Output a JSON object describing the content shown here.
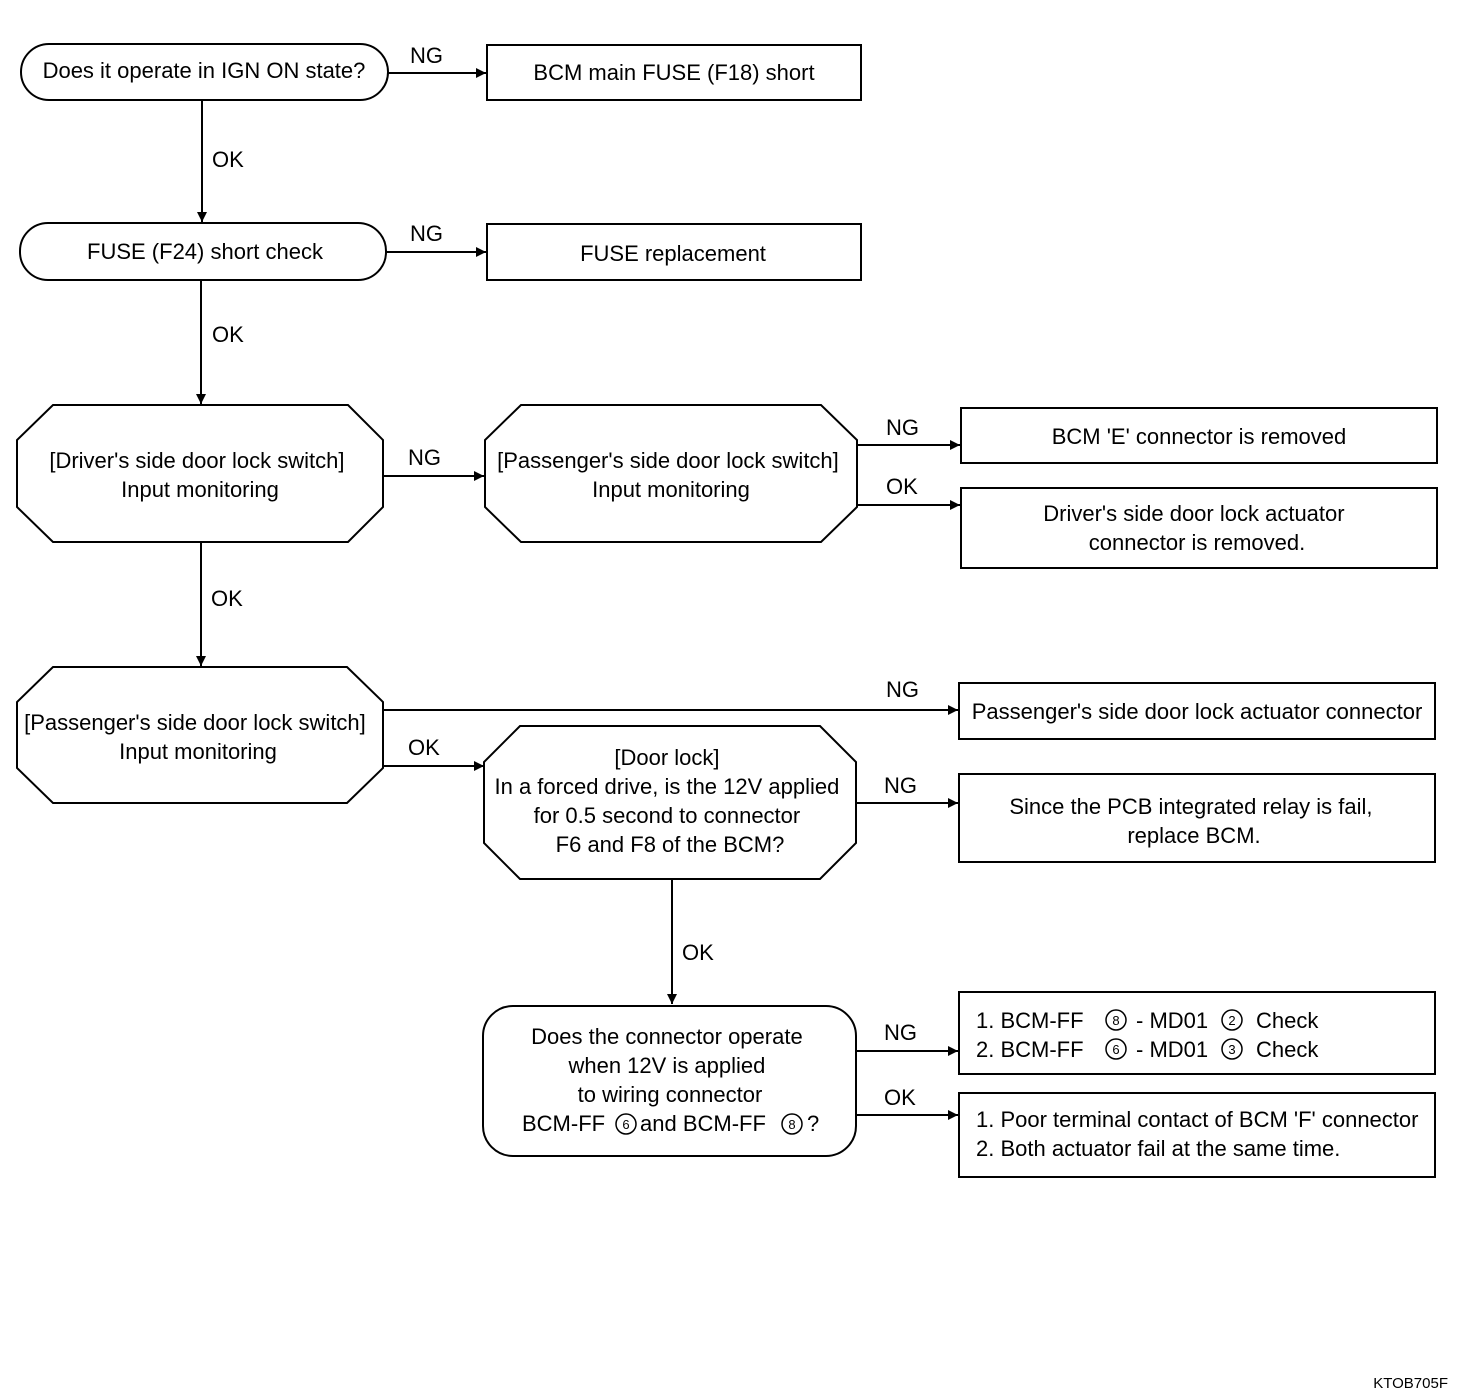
{
  "nodes": {
    "ign_on": {
      "lines": [
        "Does it operate in IGN ON state?"
      ]
    },
    "fuse_f18": {
      "lines": [
        "BCM main FUSE (F18) short"
      ]
    },
    "fuse_f24": {
      "lines": [
        "FUSE (F24) short check"
      ]
    },
    "fuse_replace": {
      "lines": [
        "FUSE replacement"
      ]
    },
    "driver_switch": {
      "lines": [
        "[Driver's side door lock switch]",
        "Input monitoring"
      ]
    },
    "passenger_switch_top": {
      "lines": [
        "[Passenger's side door lock switch]",
        "Input monitoring"
      ]
    },
    "bcm_e": {
      "lines": [
        "BCM 'E' connector is removed"
      ]
    },
    "driver_actuator": {
      "lines": [
        "Driver's side door lock actuator",
        "connector is removed."
      ]
    },
    "passenger_switch": {
      "lines": [
        "[Passenger's side door lock switch]",
        "Input monitoring"
      ]
    },
    "passenger_actuator": {
      "lines": [
        "Passenger's side door lock actuator connector"
      ]
    },
    "door_lock": {
      "lines": [
        "[Door lock]",
        "In a forced drive, is the 12V applied",
        "for 0.5 second to connector",
        "F6 and F8 of the BCM?"
      ]
    },
    "pcb_relay": {
      "lines": [
        "Since the PCB integrated relay is fail,",
        "replace BCM."
      ]
    },
    "connector_12v": {
      "lines": [
        "Does the connector operate",
        "when 12V is applied",
        "to wiring connector"
      ],
      "last_line": {
        "a": "BCM-FF",
        "pin_a": "6",
        "mid": "and BCM-FF",
        "pin_b": "8",
        "end": "?"
      }
    },
    "check": {
      "rows": [
        {
          "pre": "1. BCM-FF",
          "pin1": "8",
          "mid": "- MD01",
          "pin2": "2",
          "post": "Check"
        },
        {
          "pre": "2. BCM-FF",
          "pin1": "6",
          "mid": "- MD01",
          "pin2": "3",
          "post": "Check"
        }
      ]
    },
    "poor_contact": {
      "lines": [
        "1. Poor terminal contact of BCM 'F' connector",
        "2. Both actuator fail at the same time."
      ]
    }
  },
  "edges": {
    "ign_ng": "NG",
    "ign_ok": "OK",
    "f24_ng": "NG",
    "f24_ok": "OK",
    "driver_ng": "NG",
    "driver_ok": "OK",
    "pass_top_ng": "NG",
    "pass_top_ok": "OK",
    "pass_ng": "NG",
    "pass_ok": "OK",
    "door_ng": "NG",
    "door_ok": "OK",
    "conn_ng": "NG",
    "conn_ok": "OK"
  },
  "figure_code": "KTOB705F"
}
